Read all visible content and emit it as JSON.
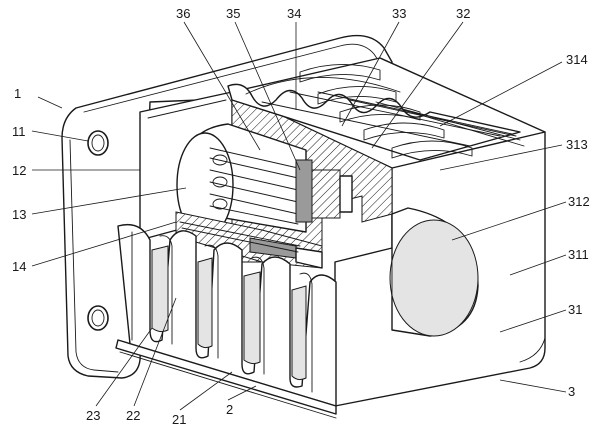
{
  "labels": {
    "l1": "1",
    "l11": "11",
    "l12": "12",
    "l13": "13",
    "l14": "14",
    "l36": "36",
    "l35": "35",
    "l34": "34",
    "l33": "33",
    "l32": "32",
    "l314": "314",
    "l313": "313",
    "l312": "312",
    "l311": "311",
    "l31": "31",
    "l3": "3",
    "l23": "23",
    "l22": "22",
    "l21": "21",
    "l2": "2"
  }
}
